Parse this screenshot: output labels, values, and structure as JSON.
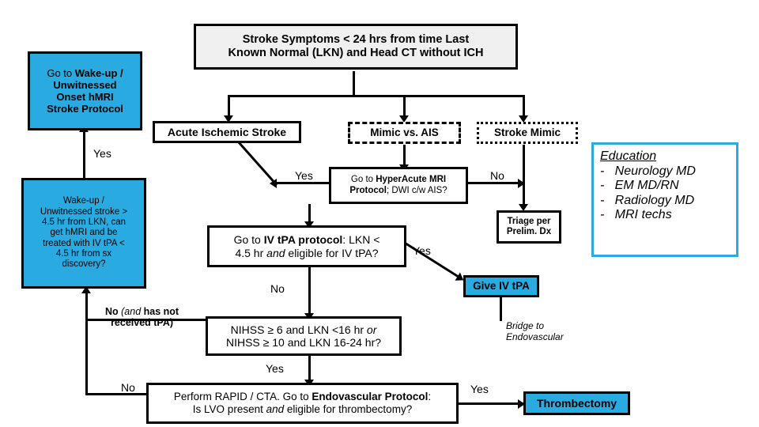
{
  "diagram": {
    "title": "Stroke Protocol Flowchart",
    "colors": {
      "accent_blue": "#29abe2",
      "box_border": "#000000",
      "header_fill": "#f0f0f0",
      "page_background": "#ffffff"
    }
  },
  "nodes": {
    "top_criteria": {
      "line1": "Stroke Symptoms < 24 hrs from time Last",
      "line2": "Known Normal (LKN) and Head CT without ICH"
    },
    "wakeup_protocol": {
      "lead": "Go to ",
      "strong": "Wake-up /",
      "line2": "Unwitnessed",
      "line3": "Onset hMRI",
      "line4": "Stroke Protocol"
    },
    "acute_ischemic_stroke": {
      "label": "Acute Ischemic Stroke"
    },
    "mimic_vs_ais": {
      "label": "Mimic vs. AIS"
    },
    "stroke_mimic": {
      "label": "Stroke Mimic"
    },
    "wakeup_question": {
      "line1": "Wake-up /",
      "line2": "Unwitnessed stroke >",
      "line3": "4.5 hr from LKN, can",
      "line4": "get hMRI and be",
      "line5": "treated with IV tPA <",
      "line6": "4.5 hr from sx",
      "line7": "discovery?"
    },
    "hyperacute_mri": {
      "pre": "Go to ",
      "strong1": "HyperAcute MRI",
      "strong2": "Protocol",
      "post": "; DWI c/w AIS?"
    },
    "triage_prelim": {
      "line1": "Triage per",
      "line2": "Prelim. Dx"
    },
    "iv_tpa_protocol": {
      "pre": "Go to ",
      "strong": "IV tPA protocol",
      "mid": ": LKN <",
      "line2a": "4.5 hr ",
      "line2_italic": "and",
      "line2b": " eligible for IV tPA?"
    },
    "give_iv_tpa": {
      "label": "Give IV tPA"
    },
    "bridge_endovascular": {
      "line1": "Bridge to",
      "line2": "Endovascular"
    },
    "nihss_criteria": {
      "line1a": "NIHSS ",
      "line1_ge": "≥",
      "line1b": " 6 and LKN <16 hr ",
      "line1_italic": "or",
      "line2a": "NIHSS ",
      "line2_ge": "≥",
      "line2b": " 10 and LKN 16-24 hr?"
    },
    "endovascular_protocol": {
      "line1_pre": "Perform RAPID / CTA.  Go to ",
      "line1_strong": "Endovascular Protocol",
      "line1_post": ":",
      "line2a": "Is LVO present ",
      "line2_italic": "and",
      "line2b": " eligible for thrombectomy?"
    },
    "thrombectomy": {
      "label": "Thrombectomy"
    },
    "education": {
      "title": "Education",
      "items": [
        "Neurology MD",
        "EM MD/RN",
        "Radiology MD",
        "MRI techs"
      ],
      "bullet": "-"
    }
  },
  "edge_labels": {
    "wakeup_yes": "Yes",
    "mimic_yes": "Yes",
    "mimic_no": "No",
    "tpa_yes": "Yes",
    "tpa_no": "No",
    "nihss_no_pre": "No ",
    "nihss_no_italic": "(and",
    "nihss_no_post": " has not",
    "nihss_no_line2": "received tPA)",
    "nihss_yes": "Yes",
    "endo_no": "No",
    "endo_yes": "Yes"
  }
}
